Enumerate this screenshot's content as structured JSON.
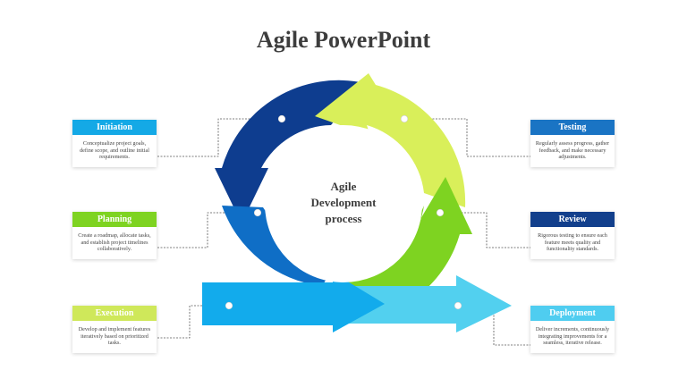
{
  "title": "Agile PowerPoint",
  "center": {
    "line1": "Agile",
    "line2": "Development",
    "line3": "process"
  },
  "stages": [
    {
      "id": "initiation",
      "title": "Initiation",
      "color": "#14a9e6",
      "text": "Conceptualize project goals, define scope, and outline initial requirements."
    },
    {
      "id": "planning",
      "title": "Planning",
      "color": "#7ed321",
      "text": "Create a roadmap, allocate tasks, and establish project timelines collaboratively."
    },
    {
      "id": "execution",
      "title": "Execution",
      "color": "#cfe85a",
      "text": "Develop and implement features iteratively based on prioritized tasks."
    },
    {
      "id": "testing",
      "title": "Testing",
      "color": "#1a74c4",
      "text": "Regularly assess progress, gather feedback, and make necessary adjustments."
    },
    {
      "id": "review",
      "title": "Review",
      "color": "#123f8c",
      "text": "Rigorous testing to ensure each feature meets quality and functionality standards."
    },
    {
      "id": "deployment",
      "title": "Deployment",
      "color": "#4fcdf0",
      "text": "Deliver increments, continuously integrating improvements for a seamless, iterative release."
    }
  ],
  "colors": {
    "navy": "#0e3d8f",
    "blue": "#0f6ec6",
    "sky": "#12abec",
    "light_blue": "#52d0ef",
    "green": "#7ed321",
    "lime": "#d9ef5a"
  }
}
